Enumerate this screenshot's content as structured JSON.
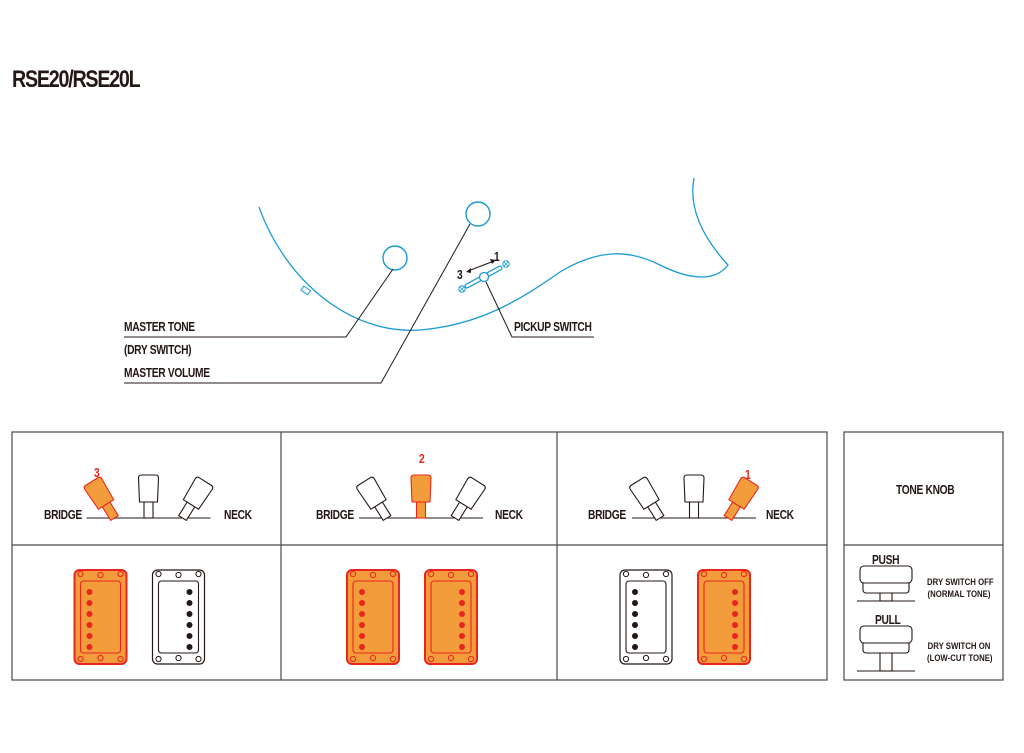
{
  "title": "RSE20/RSE20L",
  "colors": {
    "body_outline": "#1a9ad6",
    "active_fill": "#f39c3c",
    "active_stroke": "#e8261f",
    "ink": "#231815"
  },
  "callouts": {
    "master_tone": "MASTER TONE",
    "dry_switch": "(DRY SWITCH)",
    "master_volume": "MASTER VOLUME",
    "pickup_switch": "PICKUP SWITCH",
    "switch_pos_1": "1",
    "switch_pos_3": "3"
  },
  "positions": [
    {
      "number": "3",
      "active_lever": "bridge",
      "left_label": "BRIDGE",
      "right_label": "NECK",
      "pickups": {
        "bridge": "active",
        "neck": "inactive"
      }
    },
    {
      "number": "2",
      "active_lever": "middle",
      "left_label": "BRIDGE",
      "right_label": "NECK",
      "pickups": {
        "bridge": "active",
        "neck": "active"
      }
    },
    {
      "number": "1",
      "active_lever": "neck",
      "left_label": "BRIDGE",
      "right_label": "NECK",
      "pickups": {
        "bridge": "inactive",
        "neck": "active"
      }
    }
  ],
  "tone_knob": {
    "header": "TONE KNOB",
    "push_label": "PUSH",
    "push_desc_1": "DRY SWITCH OFF",
    "push_desc_2": "(NORMAL TONE)",
    "pull_label": "PULL",
    "pull_desc_1": "DRY SWITCH ON",
    "pull_desc_2": "(LOW-CUT TONE)"
  }
}
